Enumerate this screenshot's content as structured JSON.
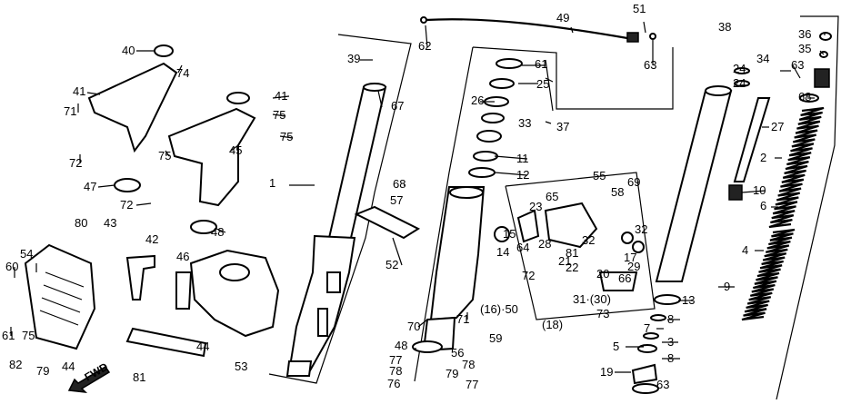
{
  "callouts": [
    "1",
    "2",
    "3",
    "4",
    "5",
    "6",
    "7",
    "8",
    "8",
    "9",
    "10",
    "11",
    "12",
    "13",
    "14",
    "15",
    "(16)·50",
    "17",
    "(18)",
    "19",
    "20",
    "21",
    "22",
    "23",
    "24",
    "24",
    "25",
    "26",
    "27",
    "28",
    "29",
    "31·(30)",
    "32",
    "32",
    "33",
    "34",
    "35",
    "36",
    "37",
    "38",
    "39",
    "40",
    "41",
    "41",
    "42",
    "43",
    "44",
    "44",
    "45",
    "46",
    "47",
    "48",
    "48",
    "49",
    "51",
    "52",
    "53",
    "54",
    "55",
    "56",
    "57",
    "58",
    "59",
    "60",
    "61",
    "61",
    "62",
    "63",
    "63",
    "63",
    "64",
    "65",
    "66",
    "67",
    "68",
    "68",
    "69",
    "70",
    "71",
    "71",
    "72",
    "72",
    "72",
    "73",
    "74",
    "75",
    "75",
    "75",
    "75",
    "76",
    "77",
    "77",
    "78",
    "78",
    "79",
    "79",
    "80",
    "81",
    "81",
    "82"
  ],
  "fwd_label": "FWD"
}
